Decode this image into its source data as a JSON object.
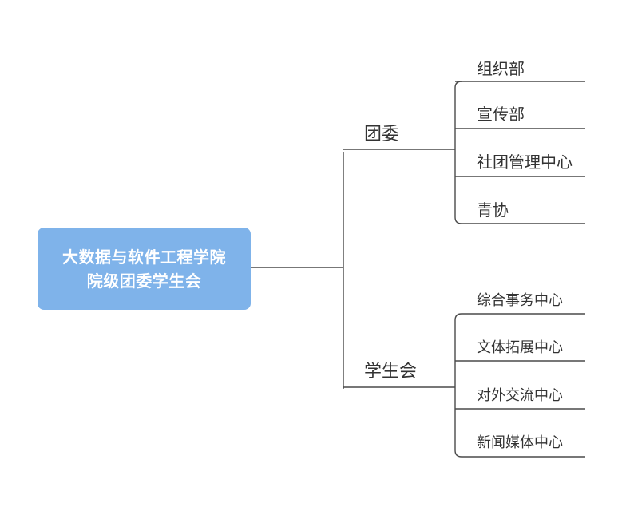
{
  "root": {
    "line1": "大数据与软件工程学院",
    "line2": "院级团委学生会",
    "color": "#7fb3ea"
  },
  "branches": [
    {
      "label": "团委",
      "children": [
        "组织部",
        "宣传部",
        "社团管理中心",
        "青协"
      ]
    },
    {
      "label": "学生会",
      "children": [
        "综合事务中心",
        "文体拓展中心",
        "对外交流中心",
        "新闻媒体中心"
      ]
    }
  ],
  "line_color": "#4a4a4a"
}
